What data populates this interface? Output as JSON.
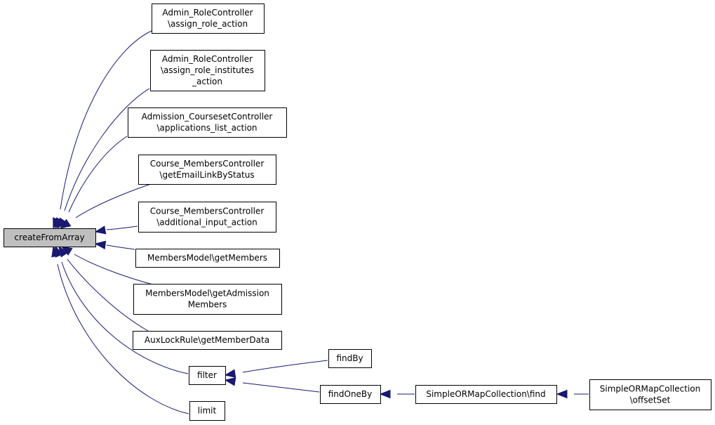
{
  "diagram": {
    "root": {
      "id": "createFromArray",
      "lines": [
        "createFromArray"
      ]
    },
    "nodes": [
      {
        "id": "n1",
        "lines": [
          "Admin_RoleController",
          "\\assign_role_action"
        ]
      },
      {
        "id": "n2",
        "lines": [
          "Admin_RoleController",
          "\\assign_role_institutes",
          "_action"
        ]
      },
      {
        "id": "n3",
        "lines": [
          "Admission_CoursesetController",
          "\\applications_list_action"
        ]
      },
      {
        "id": "n4",
        "lines": [
          "Course_MembersController",
          "\\getEmailLinkByStatus"
        ]
      },
      {
        "id": "n5",
        "lines": [
          "Course_MembersController",
          "\\additional_input_action"
        ]
      },
      {
        "id": "n6",
        "lines": [
          "MembersModel\\getMembers"
        ]
      },
      {
        "id": "n7",
        "lines": [
          "MembersModel\\getAdmission",
          "Members"
        ]
      },
      {
        "id": "n8",
        "lines": [
          "AuxLockRule\\getMemberData"
        ]
      },
      {
        "id": "n9",
        "lines": [
          "filter"
        ]
      },
      {
        "id": "n10",
        "lines": [
          "limit"
        ]
      },
      {
        "id": "n11",
        "lines": [
          "findBy"
        ]
      },
      {
        "id": "n12",
        "lines": [
          "findOneBy"
        ]
      },
      {
        "id": "n13",
        "lines": [
          "SimpleORMapCollection\\find"
        ]
      },
      {
        "id": "n14",
        "lines": [
          "SimpleORMapCollection",
          "\\offsetSet"
        ]
      }
    ],
    "edges": [
      {
        "from": "n1",
        "to": "createFromArray"
      },
      {
        "from": "n2",
        "to": "createFromArray"
      },
      {
        "from": "n3",
        "to": "createFromArray"
      },
      {
        "from": "n4",
        "to": "createFromArray"
      },
      {
        "from": "n5",
        "to": "createFromArray"
      },
      {
        "from": "n6",
        "to": "createFromArray"
      },
      {
        "from": "n7",
        "to": "createFromArray"
      },
      {
        "from": "n8",
        "to": "createFromArray"
      },
      {
        "from": "n9",
        "to": "createFromArray"
      },
      {
        "from": "n10",
        "to": "createFromArray"
      },
      {
        "from": "n11",
        "to": "n9"
      },
      {
        "from": "n12",
        "to": "n9"
      },
      {
        "from": "n13",
        "to": "n12"
      },
      {
        "from": "n14",
        "to": "n13"
      }
    ],
    "colors": {
      "edge": "#191970",
      "root_fill": "#bfbfbf",
      "node_fill": "#ffffff",
      "border": "#000000"
    }
  }
}
